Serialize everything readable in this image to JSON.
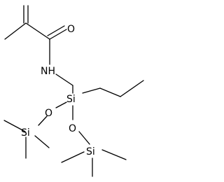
{
  "atoms": {
    "oxygen_carbonyl": "O",
    "nitrogen_amide": "NH",
    "silicon_center": "Si",
    "oxygen_left": "O",
    "oxygen_right": "O",
    "silicon_left": "Si",
    "silicon_right": "Si"
  },
  "colors": {
    "ink": "#000000",
    "background": "#ffffff"
  }
}
